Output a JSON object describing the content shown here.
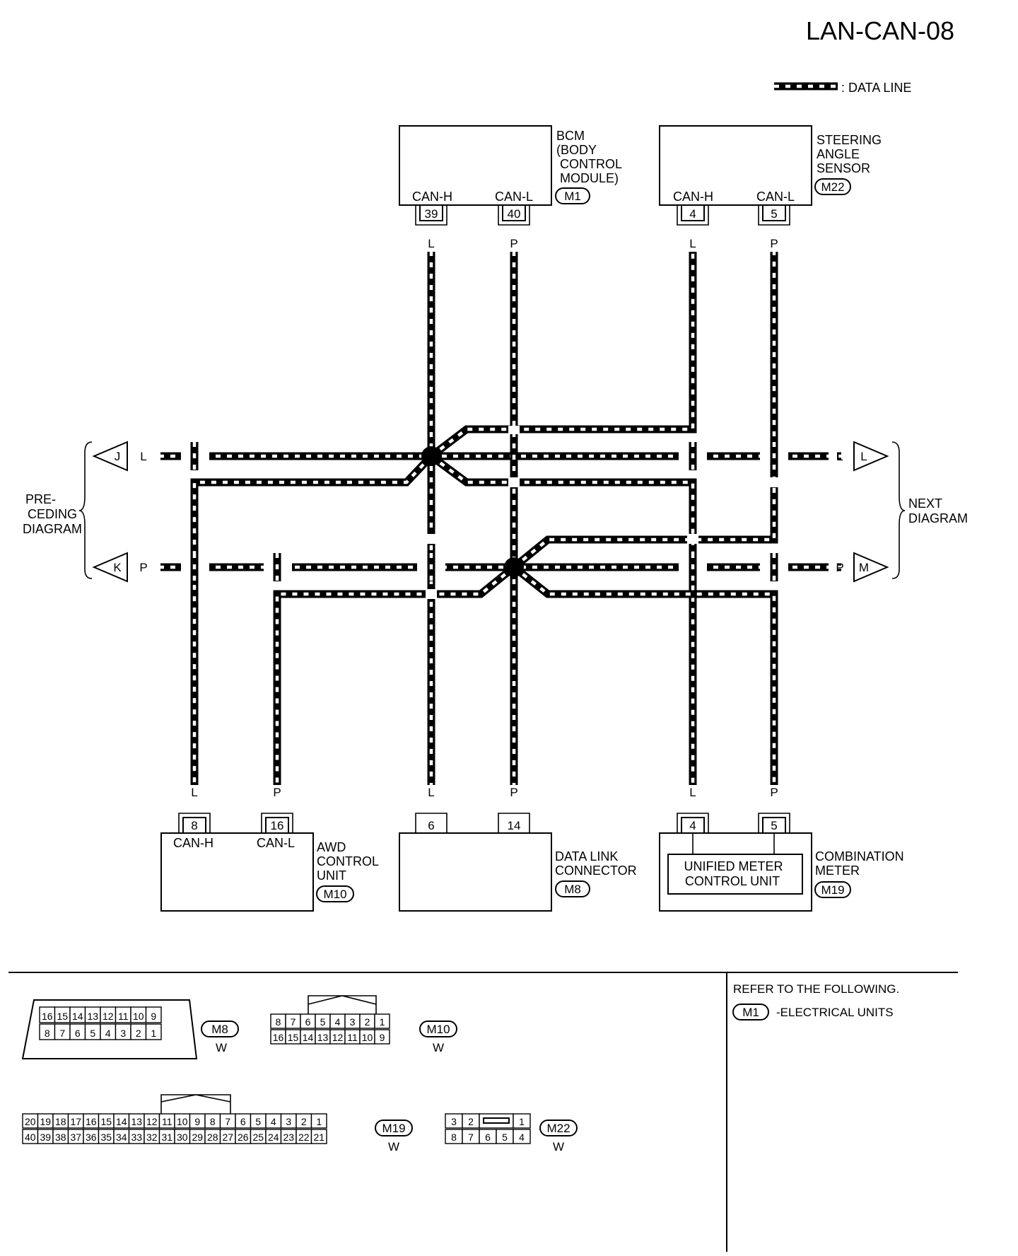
{
  "title": "LAN-CAN-08",
  "legend": {
    "label": ": DATA LINE"
  },
  "units": {
    "bcm": {
      "name": [
        "BCM",
        "(BODY",
        "CONTROL",
        "MODULE)"
      ],
      "conn": "M1",
      "pin1_label": "CAN-H",
      "pin2_label": "CAN-L",
      "pin1": "39",
      "pin2": "40"
    },
    "sas": {
      "name": [
        "STEERING",
        "ANGLE",
        "SENSOR"
      ],
      "conn": "M22",
      "pin1_label": "CAN-H",
      "pin2_label": "CAN-L",
      "pin1": "4",
      "pin2": "5"
    },
    "awd": {
      "name": [
        "AWD",
        "CONTROL",
        "UNIT"
      ],
      "conn": "M10",
      "pin1_label": "CAN-H",
      "pin2_label": "CAN-L",
      "pin1": "8",
      "pin2": "16"
    },
    "dlc": {
      "name": [
        "DATA LINK",
        "CONNECTOR"
      ],
      "conn": "M8",
      "pin1": "6",
      "pin2": "14"
    },
    "meter": {
      "name": [
        "COMBINATION",
        "METER"
      ],
      "conn": "M19",
      "inner": [
        "UNIFIED METER",
        "CONTROL UNIT"
      ],
      "pin1": "4",
      "pin2": "5"
    }
  },
  "wire_colors": {
    "can_h": "L",
    "can_l": "P"
  },
  "side_refs": {
    "preceding": [
      "PRE-",
      "CEDING",
      "DIAGRAM"
    ],
    "next": [
      "NEXT",
      "DIAGRAM"
    ],
    "j": "J",
    "k": "K",
    "l": "L",
    "m": "M"
  },
  "connectors": {
    "m8": {
      "id": "M8",
      "color": "W",
      "row1": [
        "16",
        "15",
        "14",
        "13",
        "12",
        "11",
        "10",
        "9"
      ],
      "row2": [
        "8",
        "7",
        "6",
        "5",
        "4",
        "3",
        "2",
        "1"
      ]
    },
    "m10": {
      "id": "M10",
      "color": "W",
      "row1": [
        "8",
        "7",
        "6",
        "5",
        "4",
        "3",
        "2",
        "1"
      ],
      "row2": [
        "16",
        "15",
        "14",
        "13",
        "12",
        "11",
        "10",
        "9"
      ]
    },
    "m19": {
      "id": "M19",
      "color": "W",
      "row1": [
        "20",
        "19",
        "18",
        "17",
        "16",
        "15",
        "14",
        "13",
        "12",
        "11",
        "10",
        "9",
        "8",
        "7",
        "6",
        "5",
        "4",
        "3",
        "2",
        "1"
      ],
      "row2": [
        "40",
        "39",
        "38",
        "37",
        "36",
        "35",
        "34",
        "33",
        "32",
        "31",
        "30",
        "29",
        "28",
        "27",
        "26",
        "25",
        "24",
        "23",
        "22",
        "21"
      ]
    },
    "m22": {
      "id": "M22",
      "color": "W",
      "row1": [
        "3",
        "2",
        "",
        "1"
      ],
      "row2": [
        "8",
        "7",
        "6",
        "5",
        "4"
      ]
    }
  },
  "refer": {
    "line1": "REFER TO THE FOLLOWING.",
    "conn": "M1",
    "line2": "-ELECTRICAL UNITS"
  }
}
